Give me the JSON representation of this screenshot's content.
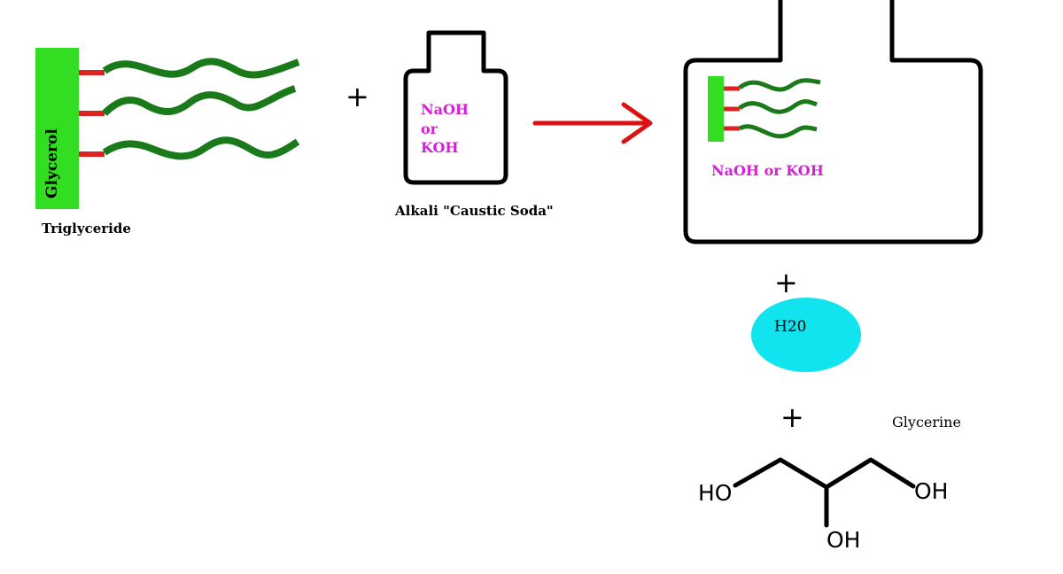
{
  "triglyceride": {
    "backbone_label": "Glycerol",
    "caption": "Triglyceride"
  },
  "plus_1": "+",
  "alkali_bottle": {
    "line1": "NaOH",
    "line2": "or",
    "line3": "KOH",
    "caption": "Alkali \"Caustic Soda\""
  },
  "reaction_vessel": {
    "solution_label": "NaOH or KOH"
  },
  "plus_2": "+",
  "water": {
    "label": "H20"
  },
  "plus_3": "+",
  "glycerine": {
    "title": "Glycerine",
    "oh_left": "HO",
    "oh_right": "OH",
    "oh_bottom": "OH"
  },
  "colors": {
    "glycerol_green": "#33dd22",
    "chain_green": "#1a7a1a",
    "bond_red": "#dd2222",
    "arrow_red": "#dd1111",
    "magenta": "#d61fd6",
    "water_cyan": "#11e4ef",
    "outline": "#000000"
  }
}
